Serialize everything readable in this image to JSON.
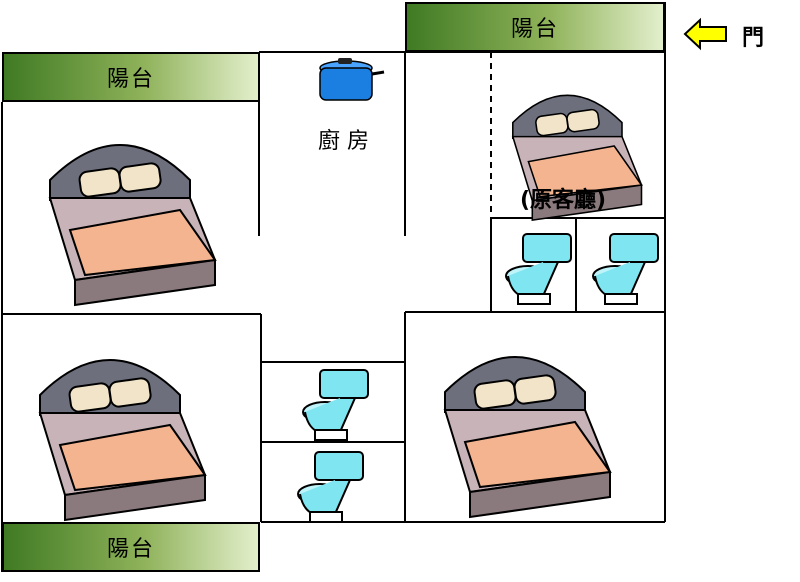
{
  "floorplan": {
    "balcony_label": "陽台",
    "kitchen_label": "廚 房",
    "former_living_room_label": "(原客廳)",
    "door_label": "門",
    "colors": {
      "wall": "#000000",
      "balcony_dark": "#3f7a23",
      "balcony_light": "#e3efcc",
      "arrow": "#ffff00",
      "pot": "#1a7fe0",
      "toilet": "#7fe5f0",
      "bed_cover": "#f4b490",
      "bed_sheet": "#c7b3b8",
      "headboard": "#6d6f7d",
      "pillow": "#f2e4c8"
    },
    "icons": [
      "bed-icon",
      "toilet-icon",
      "cooking-pot-icon",
      "arrow-left-icon"
    ]
  }
}
